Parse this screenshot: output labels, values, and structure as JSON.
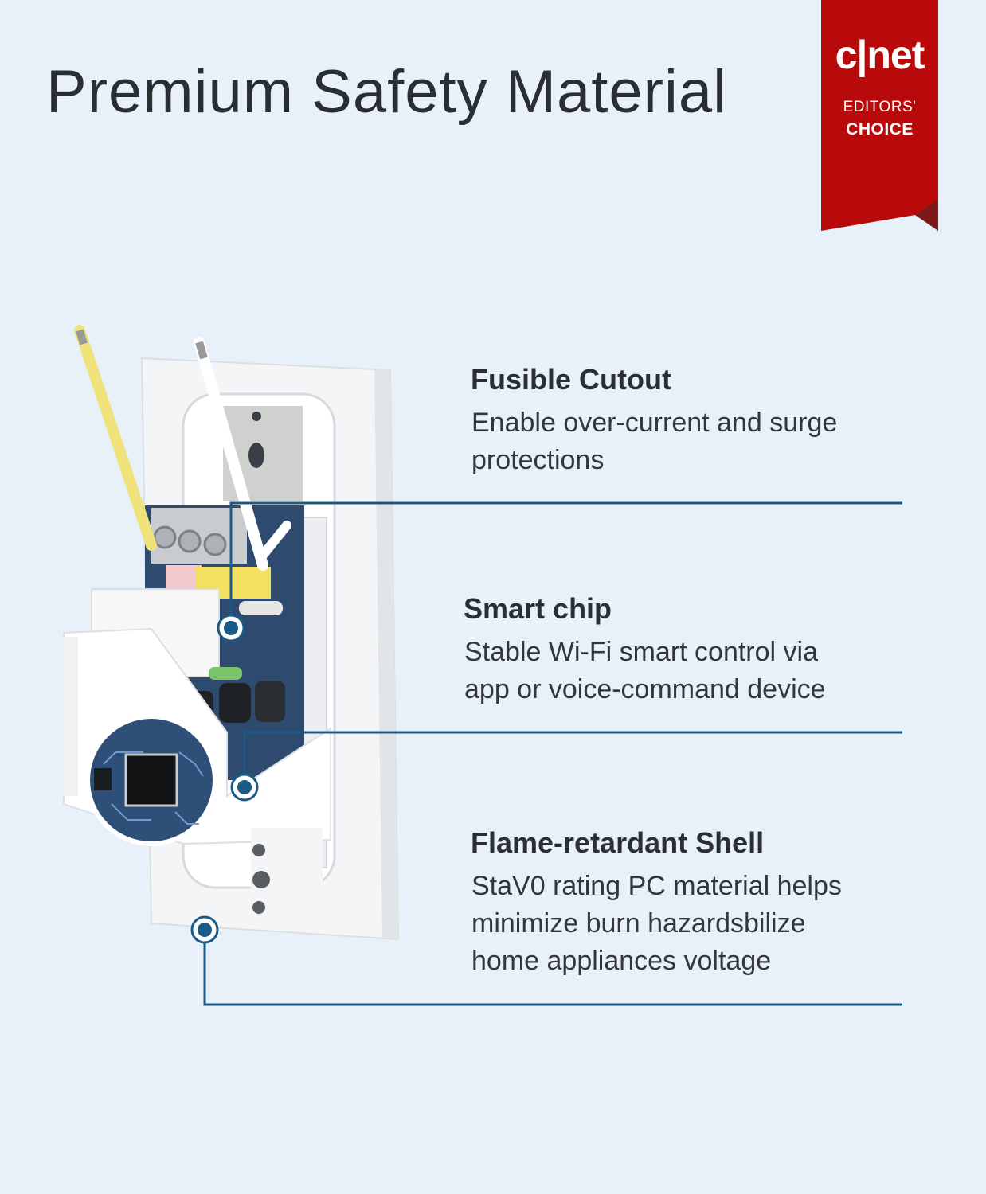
{
  "header": {
    "title": "Premium Safety Material"
  },
  "badge": {
    "logo": "c|net",
    "line1": "EDITORS'",
    "line2": "CHOICE"
  },
  "features": [
    {
      "title": "Fusible Cutout",
      "desc_lines": [
        "Enable over-current and surge",
        "protections"
      ]
    },
    {
      "title": "Smart chip",
      "desc_lines": [
        "Stable Wi-Fi smart control via",
        "app or voice-command device"
      ]
    },
    {
      "title": "Flame-retardant Shell",
      "desc_lines": [
        "StaV0 rating PC material helps",
        "minimize burn hazardsbilize",
        "home appliances voltage"
      ]
    }
  ],
  "colors": {
    "background": "#e8f1fa",
    "accent": "#1a5a86",
    "badge_red": "#b80a0a",
    "wire_yellow": "#f0e27a",
    "board": "#2e4a6e"
  }
}
